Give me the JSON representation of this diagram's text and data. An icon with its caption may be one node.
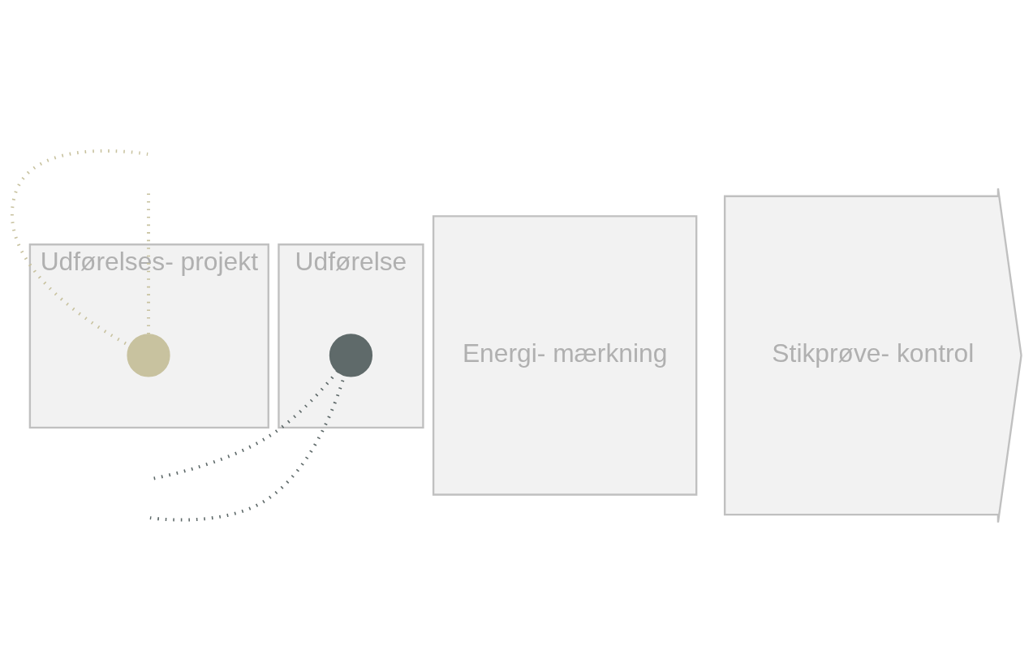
{
  "diagram": {
    "nodes": [
      {
        "text": [
          "Udførelses- projekt"
        ]
      },
      {
        "text": [
          "Udførelse"
        ]
      },
      {
        "text": [
          "Energi- mærkning"
        ]
      },
      {
        "text": [
          "Stikprøve- kontrol"
        ]
      },
      {
        "text": [],
        "shape": "circle",
        "in": 0
      },
      {
        "text": [],
        "shape": "circle",
        "in": 1
      }
    ],
    "edges": [
      {
        "from": null,
        "to": 4,
        "arrow": "none",
        "style": "dashed",
        "color": "#c8c29f"
      },
      {
        "from": null,
        "to": 4,
        "arrow": "none",
        "style": "dashed",
        "color": "#c8c29f"
      },
      {
        "from": null,
        "to": 5,
        "arrow": "none",
        "style": "dashed",
        "color": "#5f6a6a"
      },
      {
        "from": 5,
        "to": null,
        "arrow": "none",
        "style": "dashed",
        "color": "#5f6a6a"
      }
    ]
  }
}
